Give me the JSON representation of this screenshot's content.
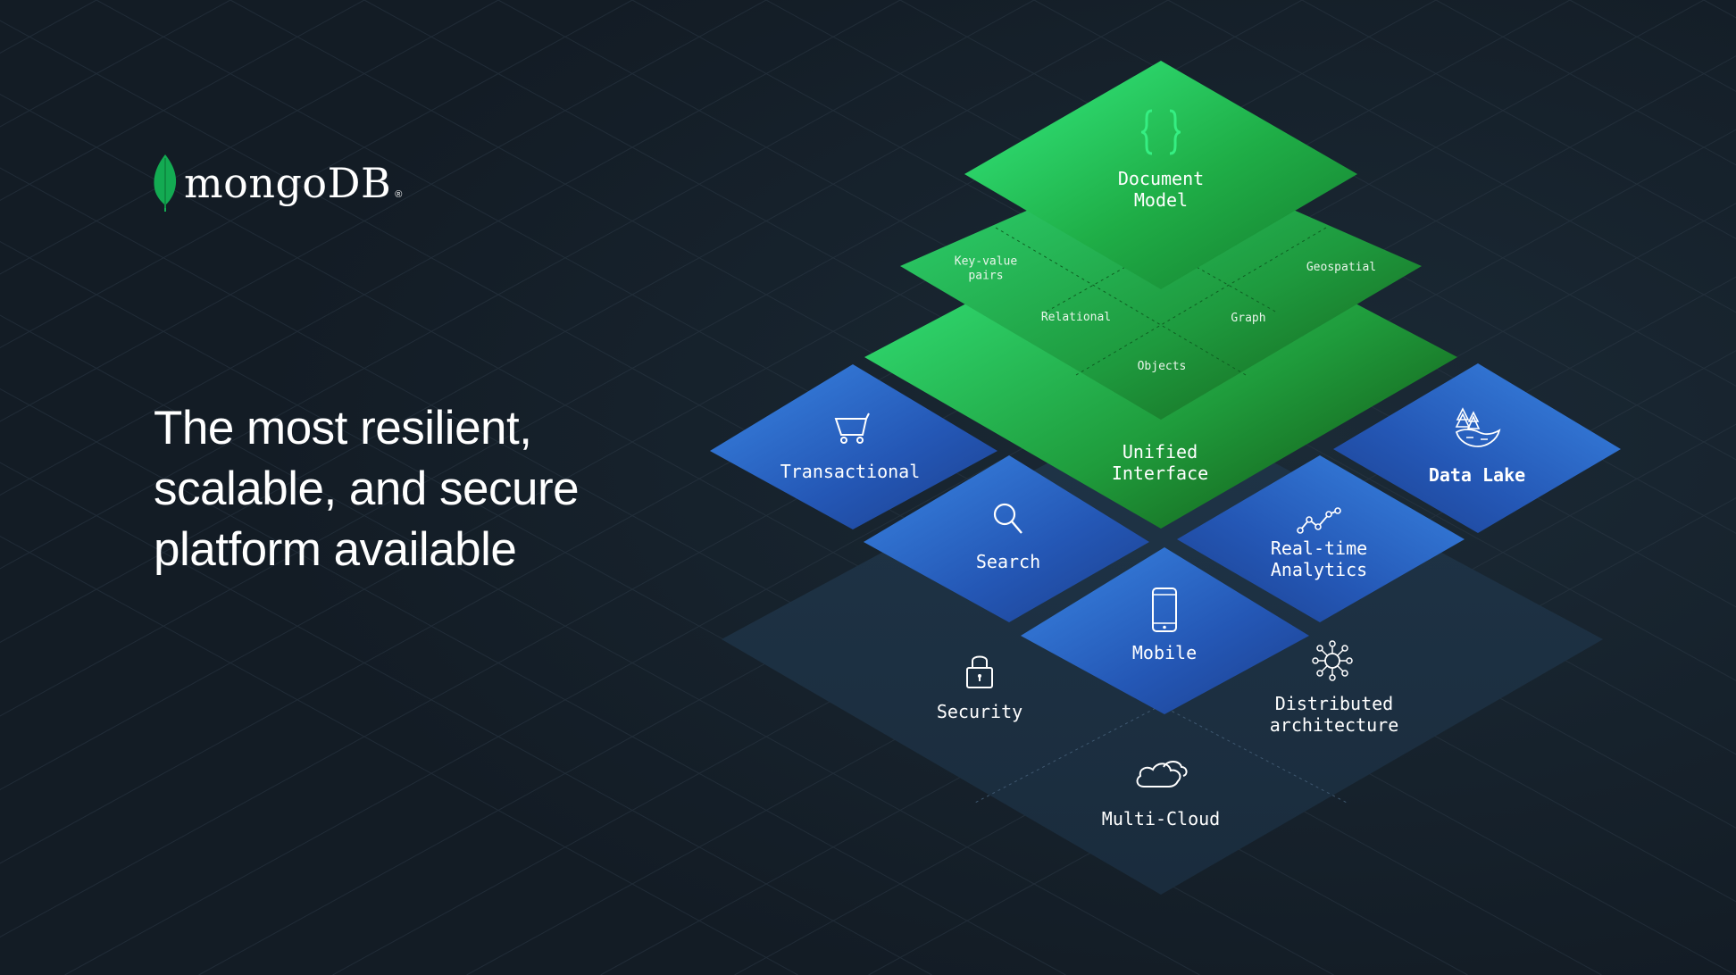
{
  "brand": {
    "name": "mongoDB",
    "reg": "®",
    "leaf_color": "#13aa52"
  },
  "headline": {
    "lines": [
      "The most resilient,",
      "scalable, and secure",
      "platform available"
    ]
  },
  "pyramid": {
    "top": {
      "label": "Document\nModel"
    },
    "data_models": [
      {
        "id": "kv",
        "label": "Key-value\npairs"
      },
      {
        "id": "geo",
        "label": "Geospatial"
      },
      {
        "id": "rel",
        "label": "Relational"
      },
      {
        "id": "graph",
        "label": "Graph"
      },
      {
        "id": "obj",
        "label": "Objects"
      }
    ],
    "unified": {
      "label": "Unified\nInterface"
    },
    "workloads": [
      {
        "id": "transactional",
        "label": "Transactional",
        "icon": "cart-icon"
      },
      {
        "id": "datalake",
        "label": "Data Lake",
        "icon": "lake-icon"
      },
      {
        "id": "search",
        "label": "Search",
        "icon": "magnifier-icon"
      },
      {
        "id": "realtime",
        "label": "Real-time\nAnalytics",
        "icon": "chart-line-icon"
      },
      {
        "id": "mobile",
        "label": "Mobile",
        "icon": "phone-icon"
      }
    ],
    "base": [
      {
        "id": "security",
        "label": "Security",
        "icon": "lock-icon"
      },
      {
        "id": "distributed",
        "label": "Distributed\narchitecture",
        "icon": "network-icon"
      },
      {
        "id": "multicloud",
        "label": "Multi-Cloud",
        "icon": "cloud-icon"
      }
    ]
  },
  "colors": {
    "background": "#15202a",
    "green": "#13aa52",
    "green_light": "#2fe67a",
    "blue": "#2b6cc4",
    "base": "#1e3346"
  }
}
